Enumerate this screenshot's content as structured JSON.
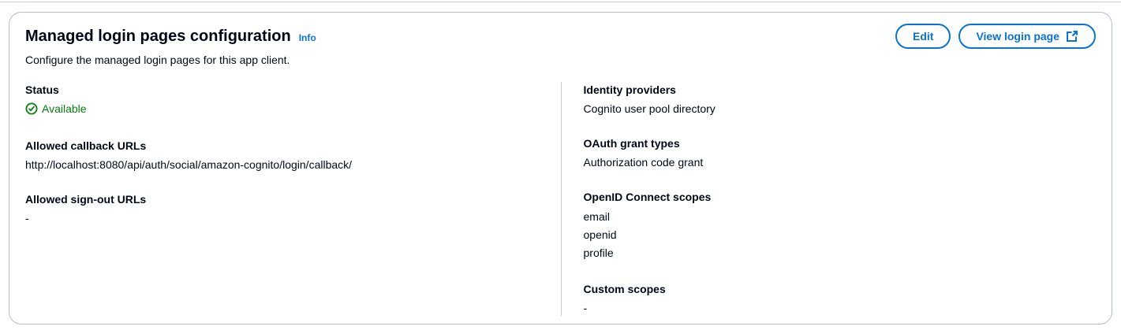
{
  "colors": {
    "link": "#0972d3",
    "success": "#037f0c",
    "border": "#b6bec9",
    "text": "#000716"
  },
  "panel": {
    "title": "Managed login pages configuration",
    "info_link": "Info",
    "description": "Configure the managed login pages for this app client.",
    "buttons": {
      "edit": "Edit",
      "view_login_page": "View login page"
    },
    "icons": {
      "status_available": "check-circle",
      "view_login_external": "external-link"
    },
    "fields": {
      "status": {
        "label": "Status",
        "value": "Available"
      },
      "callback_urls": {
        "label": "Allowed callback URLs",
        "value": "http://localhost:8080/api/auth/social/amazon-cognito/login/callback/"
      },
      "signout_urls": {
        "label": "Allowed sign-out URLs",
        "value": "-"
      },
      "identity_providers": {
        "label": "Identity providers",
        "value": "Cognito user pool directory"
      },
      "oauth_grant_types": {
        "label": "OAuth grant types",
        "value": "Authorization code grant"
      },
      "oidc_scopes": {
        "label": "OpenID Connect scopes",
        "values": [
          "email",
          "openid",
          "profile"
        ]
      },
      "custom_scopes": {
        "label": "Custom scopes",
        "value": "-"
      }
    }
  }
}
